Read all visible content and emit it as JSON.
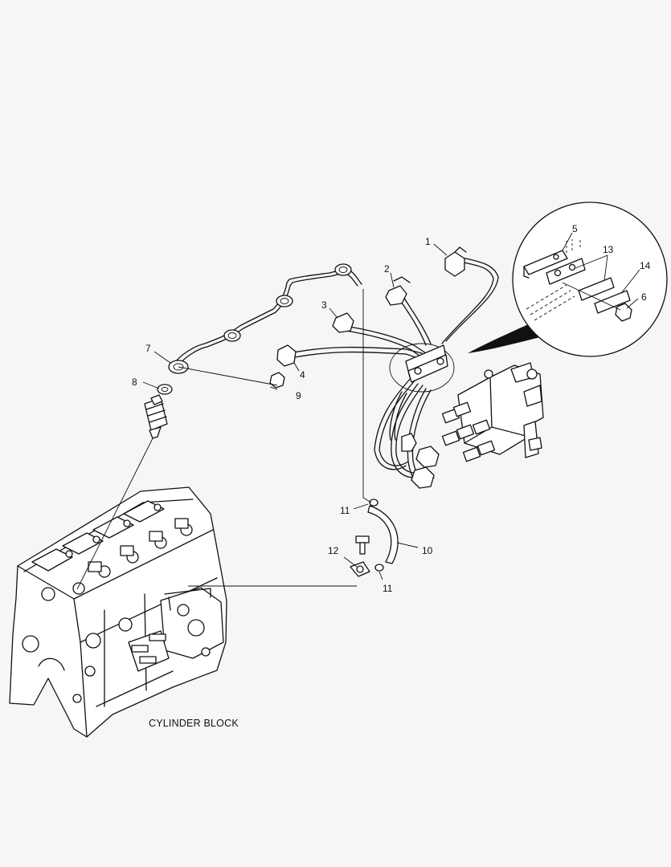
{
  "diagram": {
    "caption": "CYLINDER BLOCK",
    "callouts": [
      "1",
      "2",
      "3",
      "4",
      "5",
      "6",
      "7",
      "8",
      "9",
      "10",
      "11",
      "11",
      "12",
      "13",
      "14"
    ]
  },
  "colors": {
    "ink": "#111111",
    "background": "#f6f6f6",
    "paper": "#ffffff"
  }
}
